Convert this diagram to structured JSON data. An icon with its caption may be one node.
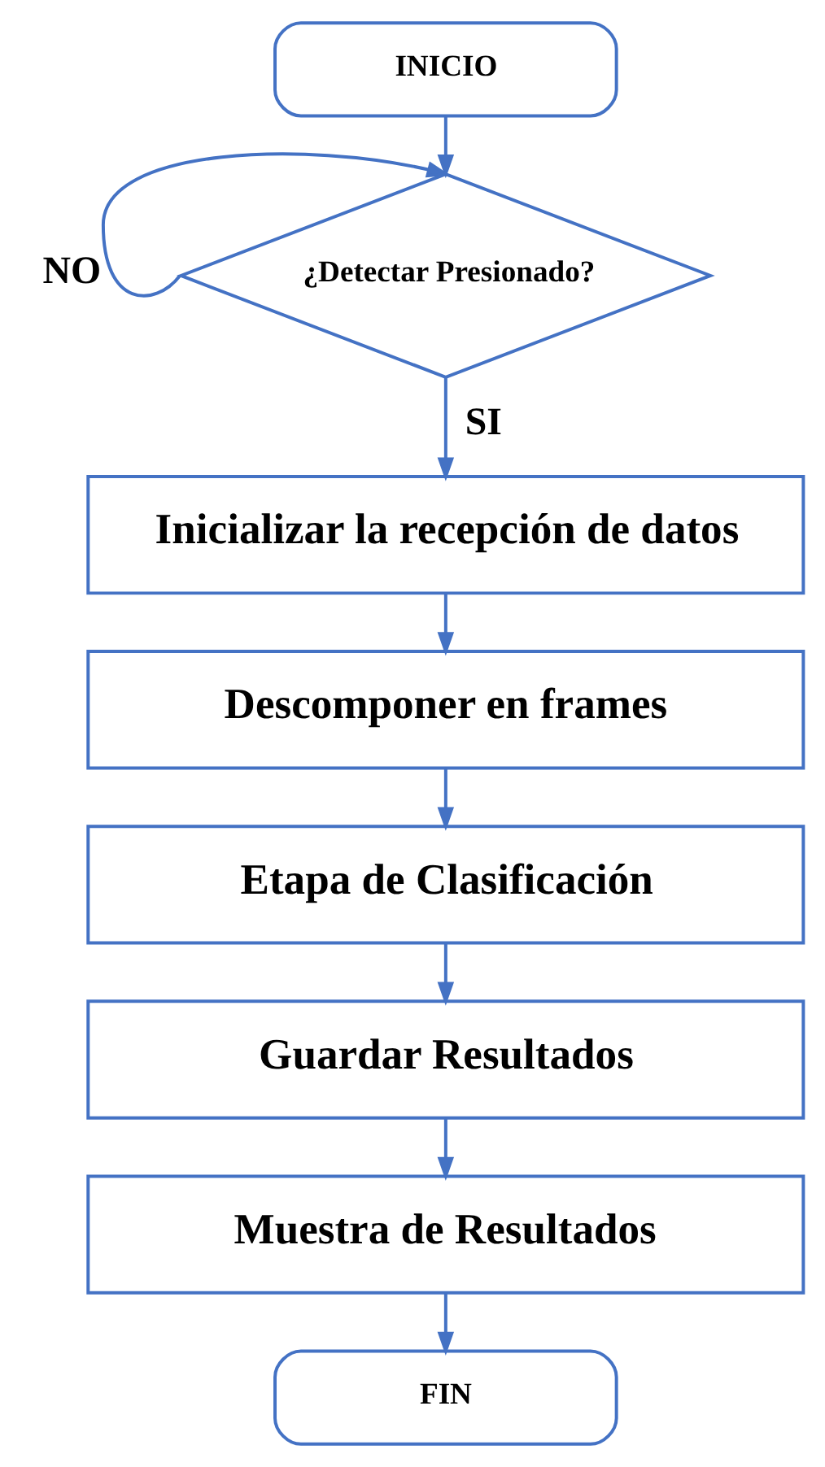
{
  "diagram": {
    "nodes": [
      {
        "text": [
          "INICIO"
        ]
      },
      {
        "text": [
          "¿Detectar Presionado?"
        ]
      },
      {
        "text": [
          "Inicializar la recepción de datos"
        ]
      },
      {
        "text": [
          "Descomponer en frames"
        ]
      },
      {
        "text": [
          "Etapa de Clasificación"
        ]
      },
      {
        "text": [
          "Guardar Resultados"
        ]
      },
      {
        "text": [
          "Muestra de Resultados"
        ]
      },
      {
        "text": [
          "FIN"
        ]
      }
    ],
    "edges": [
      {
        "from": 0,
        "to": 1,
        "arrow": "to"
      },
      {
        "from": 1,
        "to": 1,
        "arrow": "to",
        "label": "NO"
      },
      {
        "from": 1,
        "to": 2,
        "arrow": "to",
        "label": "SI"
      },
      {
        "from": 2,
        "to": 3,
        "arrow": "to"
      },
      {
        "from": 3,
        "to": 4,
        "arrow": "to"
      },
      {
        "from": 4,
        "to": 5,
        "arrow": "to"
      },
      {
        "from": 5,
        "to": 6,
        "arrow": "to"
      },
      {
        "from": 6,
        "to": 7,
        "arrow": "to"
      }
    ]
  }
}
